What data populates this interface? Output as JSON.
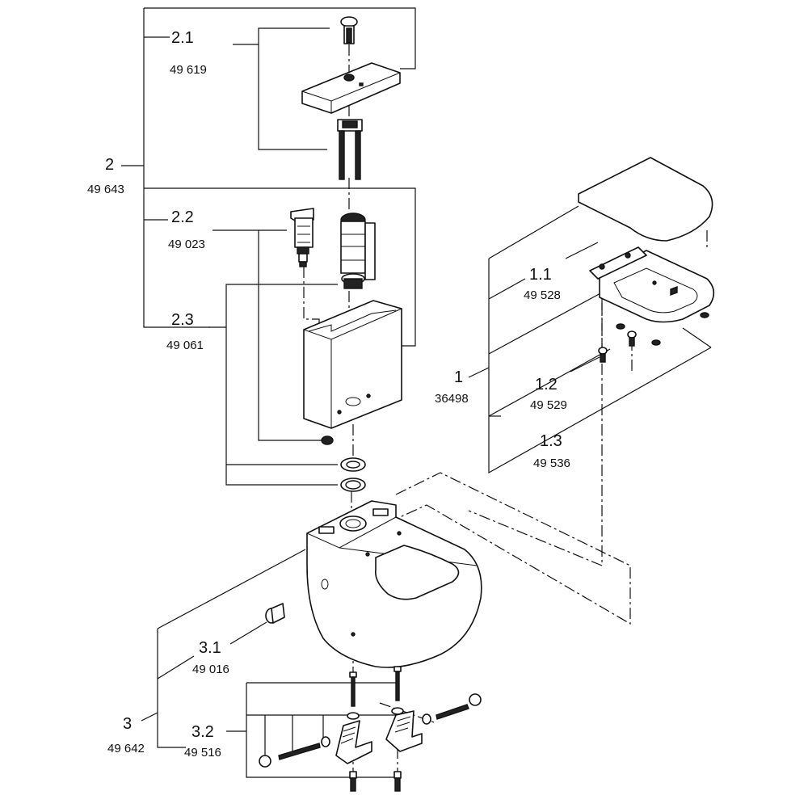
{
  "labels": {
    "p1": {
      "num": "1",
      "code": "36498"
    },
    "p1_1": {
      "num": "1.1",
      "code": "49 528"
    },
    "p1_2": {
      "num": "1.2",
      "code": "49 529"
    },
    "p1_3": {
      "num": "1.3",
      "code": "49 536"
    },
    "p2": {
      "num": "2",
      "code": "49 643"
    },
    "p2_1": {
      "num": "2.1",
      "code": "49 619"
    },
    "p2_2": {
      "num": "2.2",
      "code": "49 023"
    },
    "p2_3": {
      "num": "2.3",
      "code": "49 061"
    },
    "p3": {
      "num": "3",
      "code": "49 642"
    },
    "p3_1": {
      "num": "3.1",
      "code": "49 016"
    },
    "p3_2": {
      "num": "3.2",
      "code": "49 516"
    }
  }
}
